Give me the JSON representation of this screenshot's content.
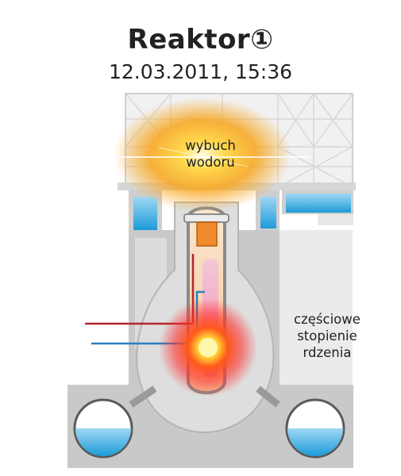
{
  "header": {
    "title": "Reaktor①",
    "subtitle": "12.03.2011, 15:36"
  },
  "labels": {
    "explosion_line1": "wybuch",
    "explosion_line2": "wodoru",
    "melt_line1": "częściowe",
    "melt_line2": "stopienie",
    "melt_line3": "rdzenia"
  },
  "colors": {
    "wall": "#c6c6c6",
    "wall_light": "#e9e9e9",
    "water": "#29a8e0",
    "explosion": "#f7b21c",
    "core_hot": "#ff3b1a",
    "pipe_red": "#b3262a",
    "pipe_blue": "#2a7fc0",
    "fuel_block": "#f08a2c"
  }
}
